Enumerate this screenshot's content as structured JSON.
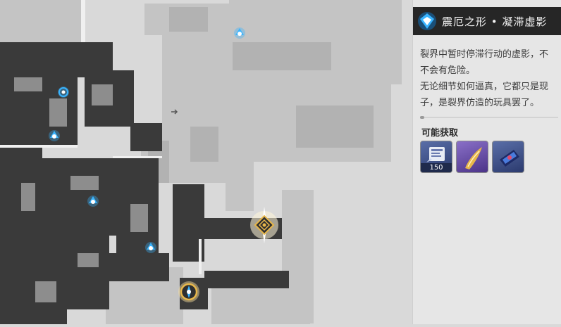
{
  "panel": {
    "title": "震厄之形 • 凝滞虚影",
    "header_icon": "stagnant-shadow-emblem",
    "description": [
      "裂界中暂时停滞行动的虚影，不",
      "不会有危险。",
      "无论细节如何逼真，它都只是现",
      "子，是裂界仿造的玩具罢了。"
    ],
    "rewards_title": "可能获取",
    "rewards": [
      {
        "icon": "exp-material-icon",
        "quantity": "150",
        "rarity": "blue"
      },
      {
        "icon": "golden-horn-material-icon",
        "rarity": "purple"
      },
      {
        "icon": "blue-crystal-material-icon",
        "rarity": "blue"
      }
    ]
  },
  "map": {
    "markers": [
      {
        "icon": "space-anchor-icon"
      },
      {
        "icon": "space-anchor-icon"
      },
      {
        "icon": "space-anchor-icon"
      },
      {
        "icon": "space-anchor-icon"
      },
      {
        "icon": "space-anchor-icon"
      },
      {
        "icon": "stagnant-shadow-marker-icon",
        "state": "highlighted"
      },
      {
        "icon": "player-location-icon"
      }
    ]
  },
  "colors": {
    "map_background": "#d9d9d9",
    "dark_terrain": "#3a3a3a",
    "light_terrain": "#bfbfbf",
    "marker_blue": "#39b4ff",
    "highlight_gold": "#e8b74a",
    "header_bg": "#262626"
  }
}
